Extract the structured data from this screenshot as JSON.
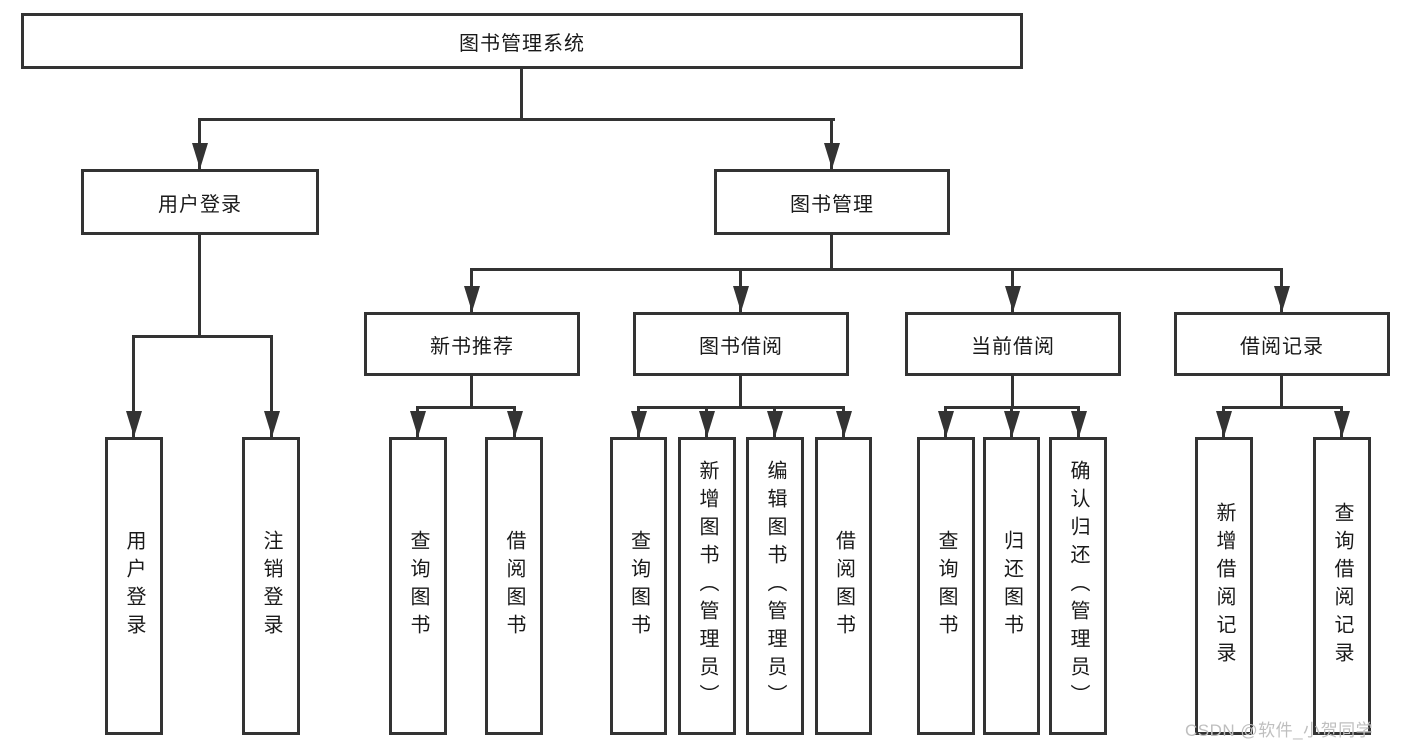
{
  "diagram": {
    "title": "图书管理系统",
    "level2": {
      "user_login": "用户登录",
      "book_management": "图书管理"
    },
    "level3": {
      "new_book_recommend": "新书推荐",
      "book_borrow": "图书借阅",
      "current_borrow": "当前借阅",
      "borrow_records": "借阅记录"
    },
    "leaves": {
      "user": [
        "用户登录",
        "注销登录"
      ],
      "newbook": [
        "查询图书",
        "借阅图书"
      ],
      "borrow": [
        "查询图书",
        "新增图书（管理员）",
        "编辑图书（管理员）",
        "借阅图书"
      ],
      "current": [
        "查询图书",
        "归还图书",
        "确认归还（管理员）"
      ],
      "records": [
        "新增借阅记录",
        "查询借阅记录"
      ]
    }
  },
  "watermark": "CSDN @软件_小贺同学",
  "colors": {
    "line": "#333333",
    "text": "#1a1a1a",
    "watermark": "#bfbfbf",
    "background": "#ffffff"
  }
}
